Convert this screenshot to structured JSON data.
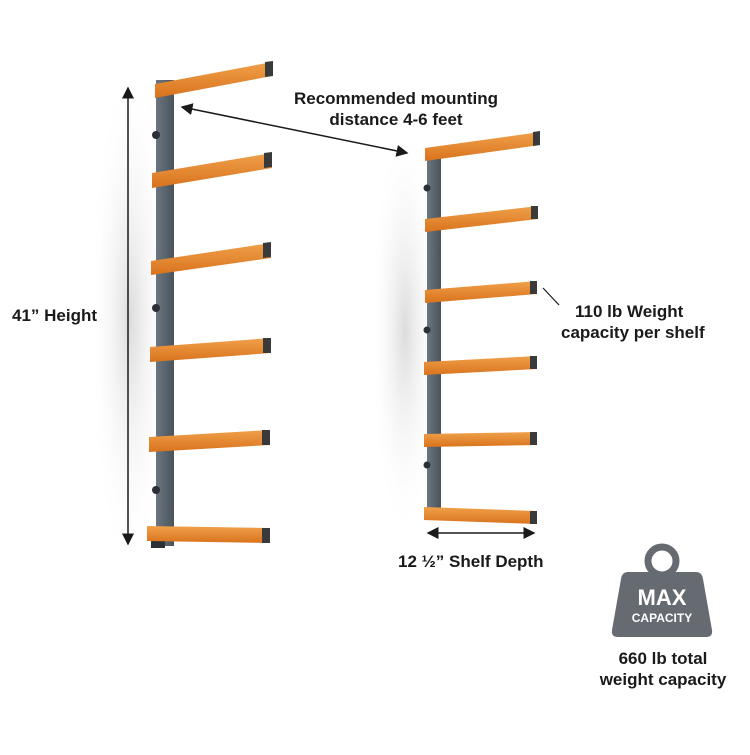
{
  "annotations": {
    "mounting_line1": "Recommended mounting",
    "mounting_line2": "distance 4-6 feet",
    "height": "41” Height",
    "capacity_line1": "110 lb Weight",
    "capacity_line2": "capacity per shelf",
    "depth": "12 ½” Shelf Depth"
  },
  "badge": {
    "line1": "MAX",
    "line2": "CAPACITY",
    "total_line1": "660 lb total",
    "total_line2": "weight capacity",
    "icon": "weight-icon"
  },
  "colors": {
    "shelf": "#e8892e",
    "shelf_dark": "#c96c18",
    "post": "#5b6670",
    "post_dark": "#434c55",
    "badge": "#666b72",
    "text": "#1a1a1a"
  }
}
